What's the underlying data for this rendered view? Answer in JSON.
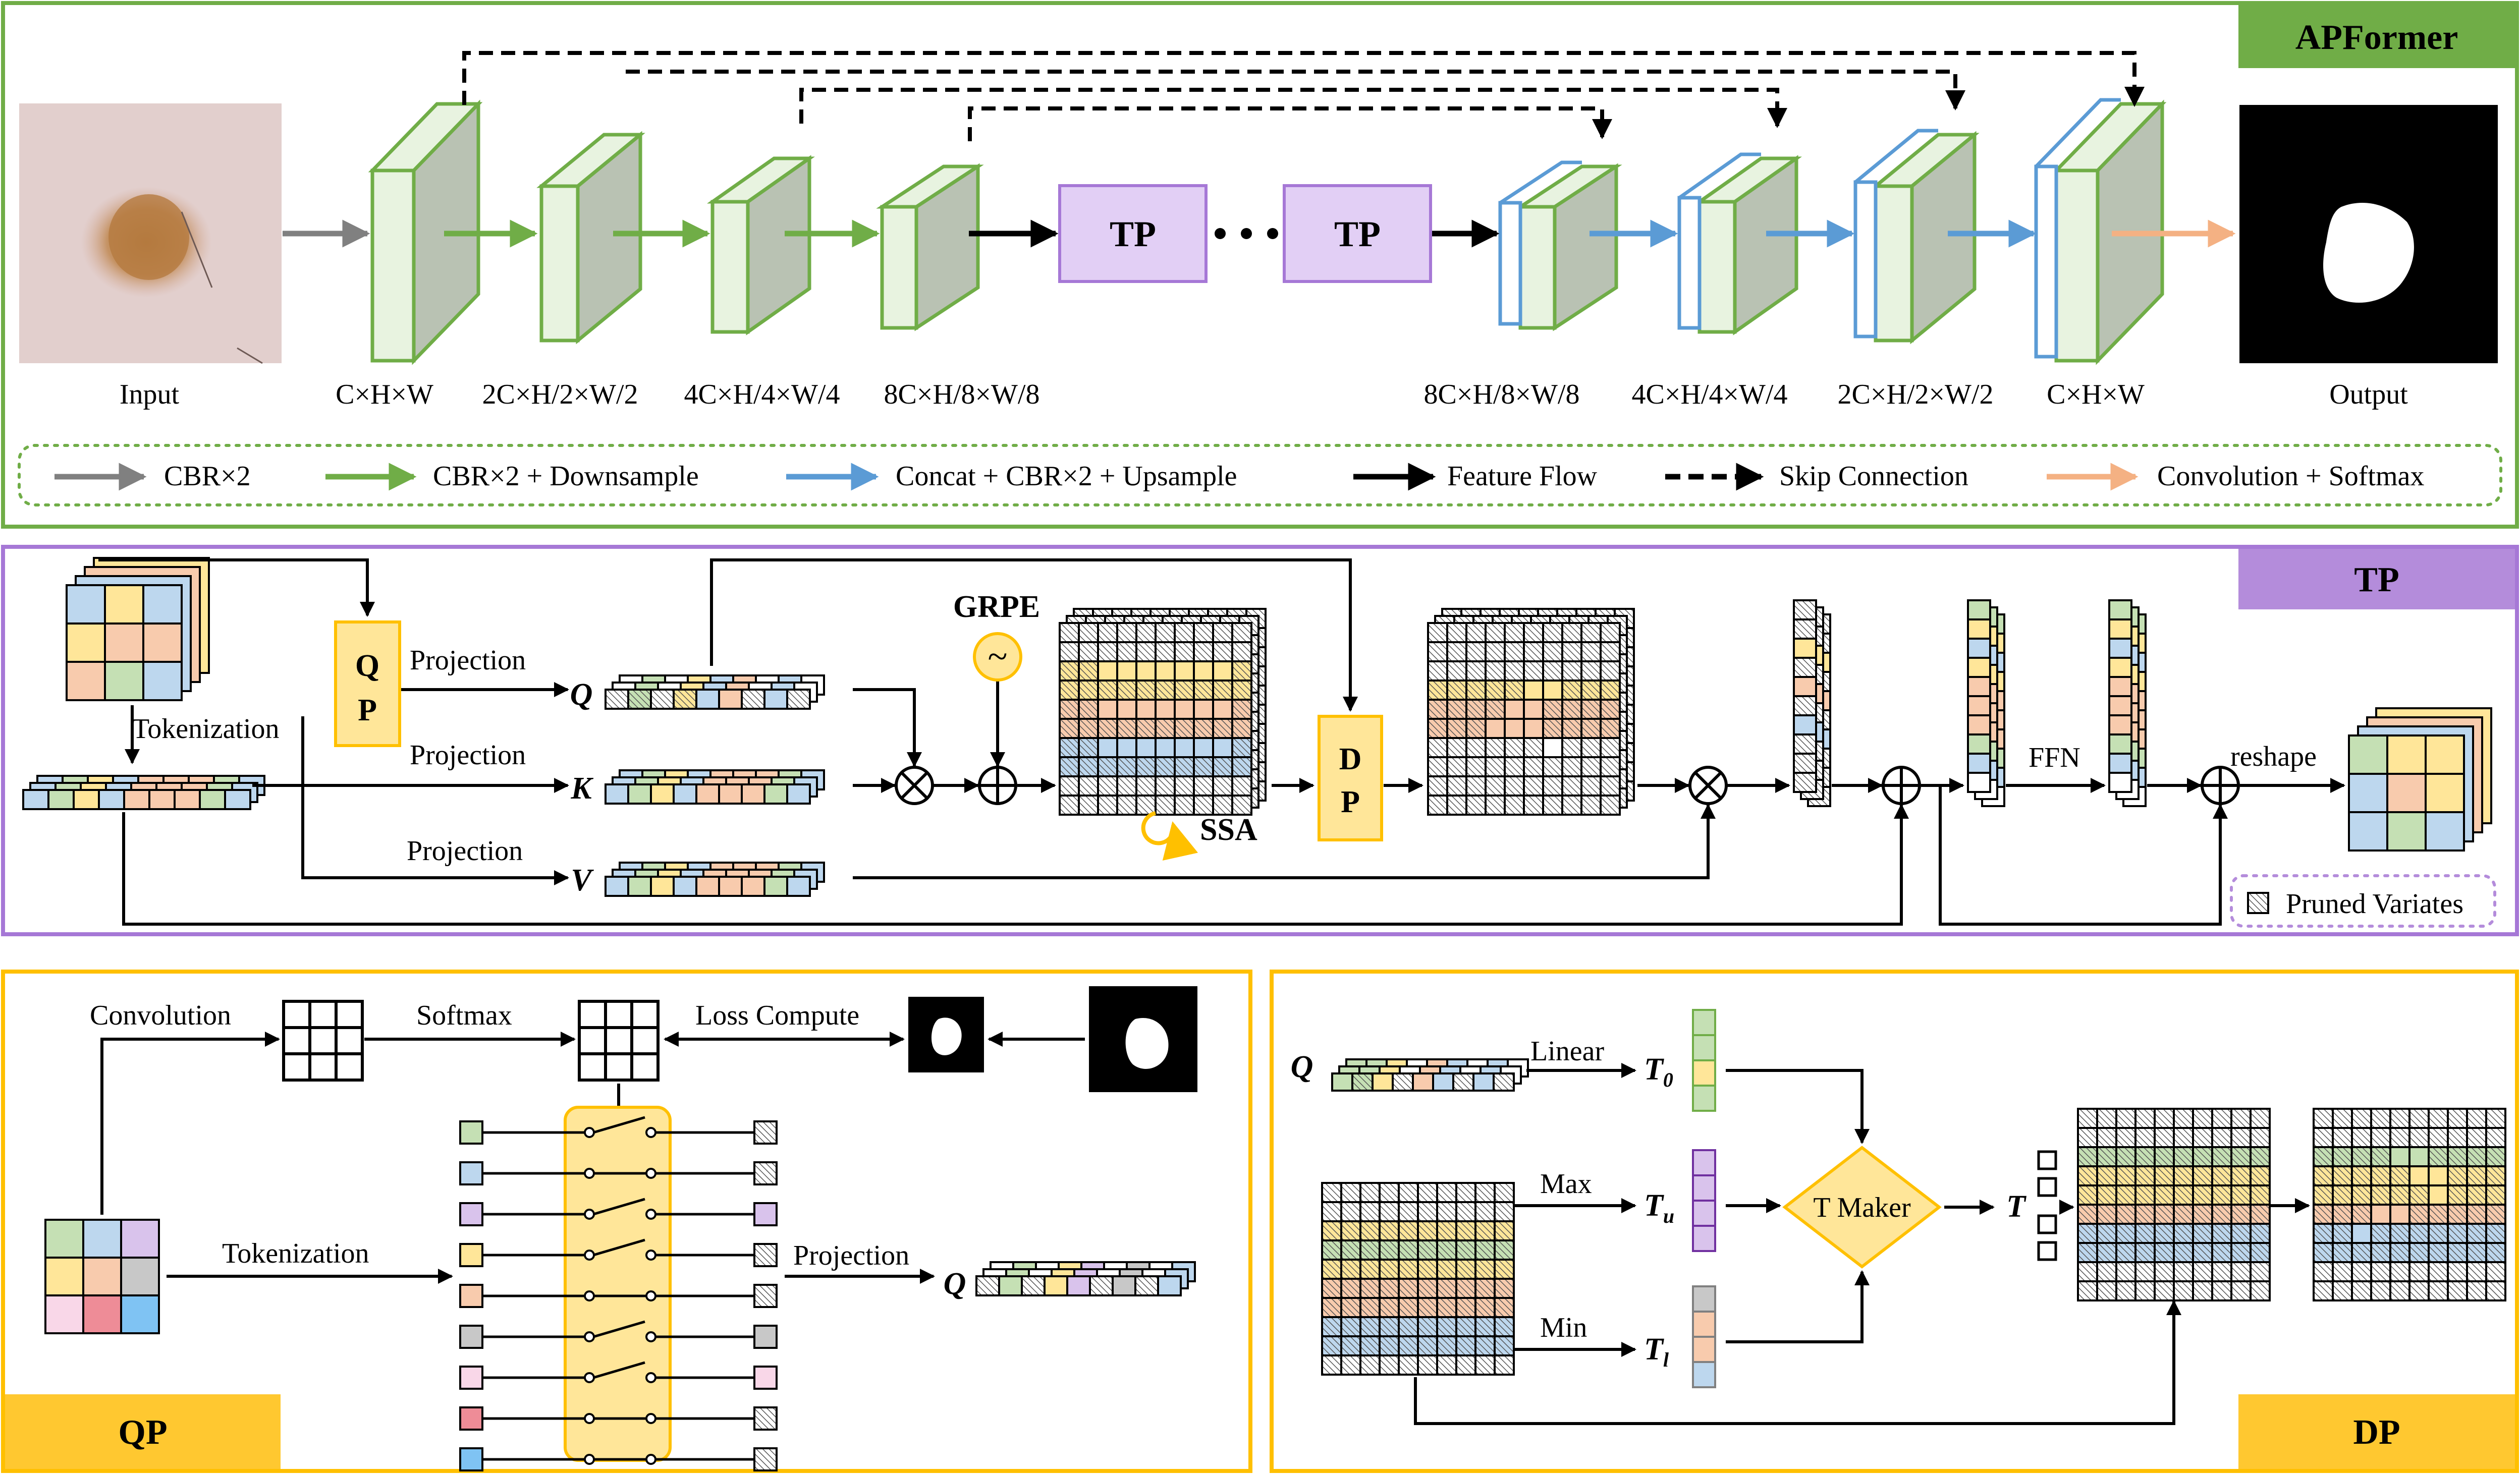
{
  "apformer": {
    "title": "APFormer",
    "input_label": "Input",
    "output_label": "Output",
    "encoder_dims": [
      "C×H×W",
      "2C×H/2×W/2",
      "4C×H/4×W/4",
      "8C×H/8×W/8"
    ],
    "decoder_dims": [
      "8C×H/8×W/8",
      "4C×H/4×W/4",
      "2C×H/2×W/2",
      "C×H×W"
    ],
    "tp_block": "TP",
    "legend": [
      {
        "label": "CBR×2",
        "color": "#808080"
      },
      {
        "label": "CBR×2 + Downsample",
        "color": "#70AD47"
      },
      {
        "label": "Concat + CBR×2 + Upsample",
        "color": "#5B9BD5"
      },
      {
        "label": "Feature Flow",
        "color": "#000000"
      },
      {
        "label": "Skip Connection",
        "color": "#000000"
      },
      {
        "label": "Convolution + Softmax",
        "color": "#F4B183"
      }
    ]
  },
  "tp": {
    "title": "TP",
    "tokenization": "Tokenization",
    "qp_top": "Q",
    "qp_bottom": "P",
    "projection_q": "Projection",
    "projection_k": "Projection",
    "projection_v": "Projection",
    "q": "Q",
    "k": "K",
    "v": "V",
    "grpe": "GRPE",
    "grpe_symbol": "~",
    "ssa": "SSA",
    "dp_top": "D",
    "dp_bottom": "P",
    "ffn": "FFN",
    "reshape": "reshape",
    "pruned": "Pruned Variates"
  },
  "qp": {
    "title": "QP",
    "convolution": "Convolution",
    "softmax": "Softmax",
    "loss": "Loss Compute",
    "tokenization": "Tokenization",
    "projection": "Projection",
    "q": "Q"
  },
  "dp": {
    "title": "DP",
    "q": "Q",
    "linear": "Linear",
    "max": "Max",
    "min": "Min",
    "t0": "T",
    "t0_sub": "0",
    "tu": "T",
    "tu_sub": "u",
    "tl": "T",
    "tl_sub": "l",
    "tmaker": "T Maker",
    "t": "T"
  },
  "colors": {
    "green_border": "#70AD47",
    "green_title_bg": "#70AD47",
    "purple_border": "#A678D6",
    "purple_title_bg": "#B48CDB",
    "yellow_border": "#FFC000",
    "yellow_title_bg": "#FFC830",
    "tp_box_fill": "#E2CFF5",
    "block_front": "#E8F3E0",
    "block_side": "#B9C2B3",
    "decoder_blue": "#5B9BD5",
    "cell_green": "#C5E0B4",
    "cell_yellow": "#FFE699",
    "cell_blue": "#BDD7EE",
    "cell_orange": "#F8CBAD",
    "cell_purple": "#D9C3EC",
    "cell_pink": "#F9D7E8",
    "cell_red": "#EE8C97",
    "cell_gray": "#C8C8C8",
    "cell_sky": "#7FC3F3"
  }
}
